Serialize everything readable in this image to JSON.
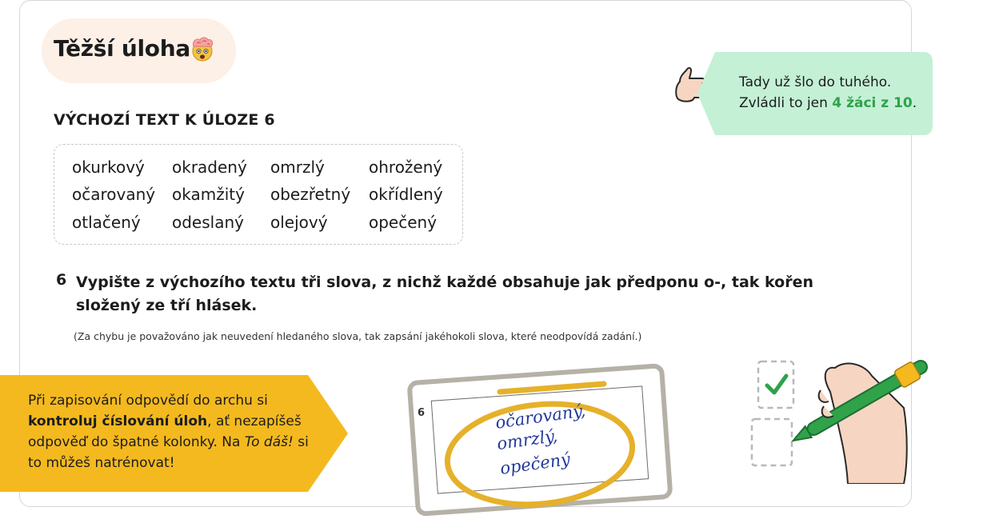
{
  "title": "Těžší úloha",
  "title_emoji": "exploding-head-emoji",
  "stat": {
    "line1": "Tady už šlo do tuhého.",
    "line2_prefix": "Zvládli to jen ",
    "line2_highlight": "4 žáci z 10",
    "line2_suffix": "."
  },
  "section_heading": "VÝCHOZÍ TEXT K ÚLOZE 6",
  "words": [
    [
      "okurkový",
      "okradený",
      "omrzlý",
      "ohrožený"
    ],
    [
      "očarovaný",
      "okamžitý",
      "obezřetný",
      "okřídlený"
    ],
    [
      "otlačený",
      "odeslaný",
      "olejový",
      "opečený"
    ]
  ],
  "question": {
    "number": "6",
    "text": "Vypište z výchozího textu tři slova, z nichž každé obsahuje jak předponu o-, tak kořen složený ze tří hlásek.",
    "note": "(Za chybu je považováno jak neuvedení hledaného slova, tak zapsání jakéhokoli slova, které neodpovídá zadání.)"
  },
  "tip": {
    "part1": "Při zapisování odpovědí do archu si ",
    "bold": "kontroluj číslování úloh",
    "part2": ", ať nezapíšeš odpověď do špatné kolonky. Na ",
    "italic": "To dáš!",
    "part3": " si to můžeš natrénovat!"
  },
  "answer_sheet": {
    "number": "6",
    "answers": [
      "očarovaný,",
      "omrzlý,",
      "opečený"
    ]
  },
  "colors": {
    "title_bg": "#fdf0e6",
    "stat_bg": "#c4f0d6",
    "highlight_green": "#2fa24a",
    "tip_bg": "#f4b91f",
    "circle_yellow": "#e6b12a",
    "pen_green": "#2fa24a",
    "handwriting_blue": "#233a9b"
  }
}
